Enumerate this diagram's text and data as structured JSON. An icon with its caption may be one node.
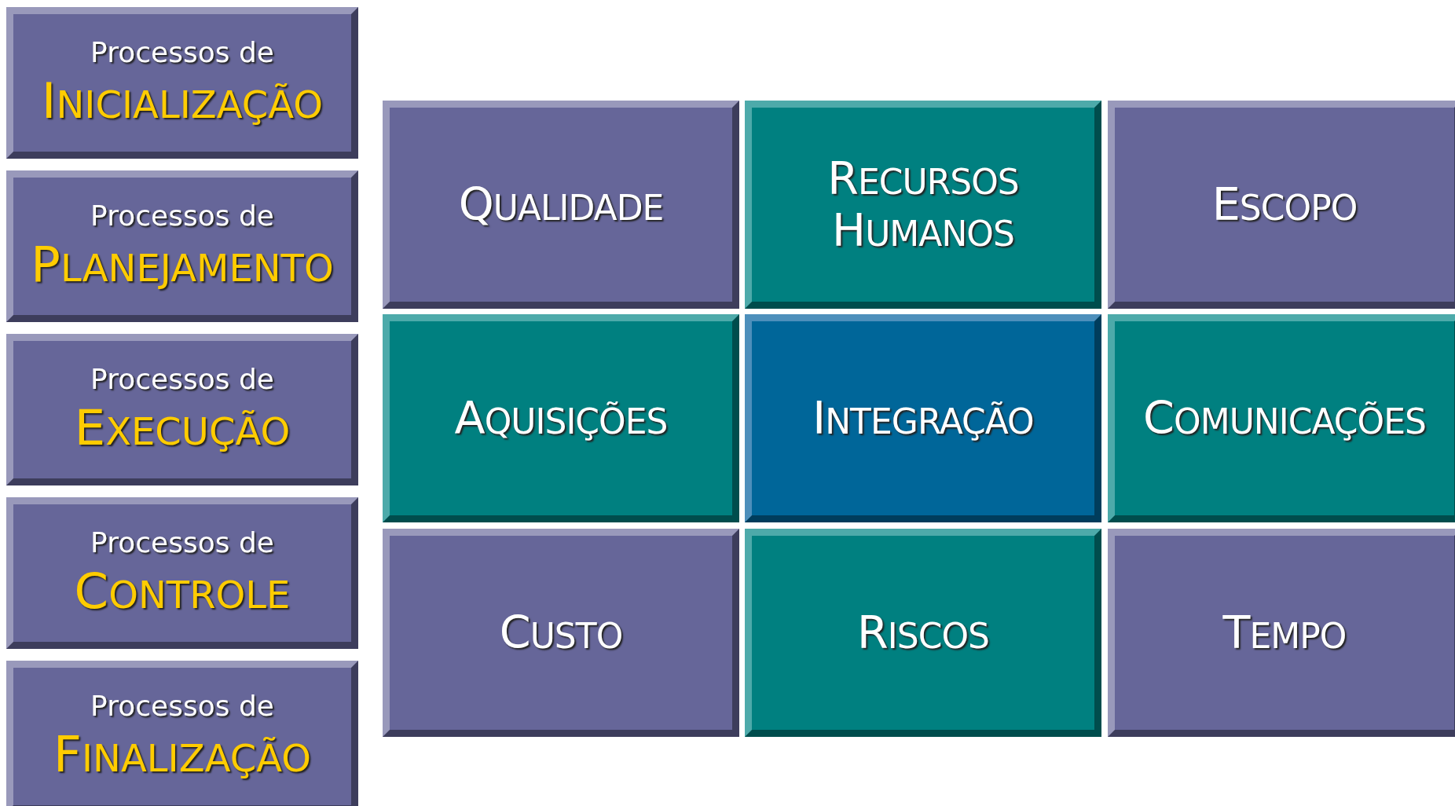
{
  "diagram": {
    "nodes": [
      {
        "text": [
          "Processos de",
          "INICIALIZAÇÃO"
        ]
      },
      {
        "text": [
          "Processos de",
          "PLANEJAMENTO"
        ]
      },
      {
        "text": [
          "Processos de",
          "EXECUÇÃO"
        ]
      },
      {
        "text": [
          "Processos de",
          "CONTROLE"
        ]
      },
      {
        "text": [
          "Processos de",
          "FINALIZAÇÃO"
        ]
      },
      {
        "text": [
          "QUALIDADE"
        ]
      },
      {
        "text": [
          "RECURSOS HUMANOS"
        ]
      },
      {
        "text": [
          "ESCOPO"
        ]
      },
      {
        "text": [
          "AQUISIÇÕES"
        ]
      },
      {
        "text": [
          "INTEGRAÇÃO"
        ]
      },
      {
        "text": [
          "COMUNICAÇÕES"
        ]
      },
      {
        "text": [
          "CUSTO"
        ]
      },
      {
        "text": [
          "RISCOS"
        ]
      },
      {
        "text": [
          "TEMPO"
        ]
      }
    ]
  }
}
